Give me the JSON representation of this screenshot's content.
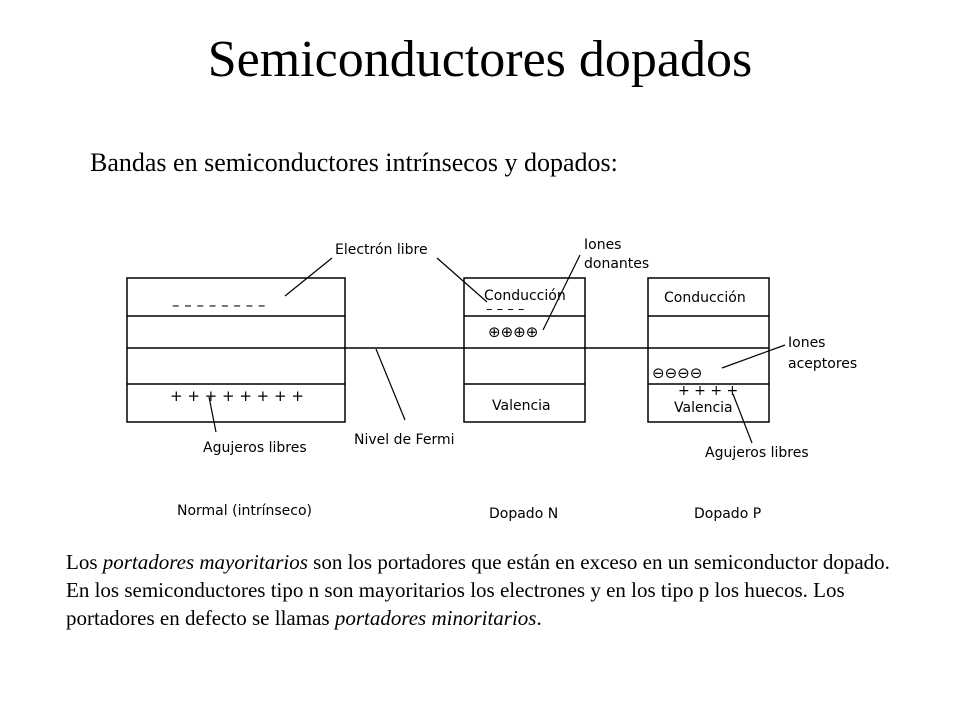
{
  "title": "Semiconductores dopados",
  "subtitle": "Bandas en semiconductores intrínsecos y dopados:",
  "diagram": {
    "normal": {
      "caption": "Normal (intrínseco)",
      "electrons": "– – – – – – – –",
      "holes": "+ + + + + + + +"
    },
    "dopado_n": {
      "caption": "Dopado N",
      "conduction_label": "Conducción",
      "electrons": "– – – –",
      "donor_ions": "⊕⊕⊕⊕",
      "valence_label": "Valencia"
    },
    "dopado_p": {
      "caption": "Dopado P",
      "conduction_label": "Conducción",
      "acceptor_ions": "⊖⊖⊖⊖",
      "holes": "+ + + +",
      "valence_label": "Valencia"
    },
    "annotations": {
      "free_electron": "Electrón libre",
      "donor_ions_1": "Iones",
      "donor_ions_2": "donantes",
      "acceptor_ions_1": "Iones",
      "acceptor_ions_2": "aceptores",
      "free_holes_left": "Agujeros libres",
      "free_holes_right": "Agujeros libres",
      "fermi_level": "Nivel de Fermi"
    }
  },
  "paragraph": {
    "t1": "Los ",
    "t2": "portadores mayoritarios",
    "t3": " son los portadores que están en exceso en un semiconductor dopado. En los semiconductores tipo n son mayoritarios los electrones y en los tipo p los huecos. Los portadores en defecto se llamas ",
    "t4": "portadores minoritarios",
    "t5": "."
  }
}
